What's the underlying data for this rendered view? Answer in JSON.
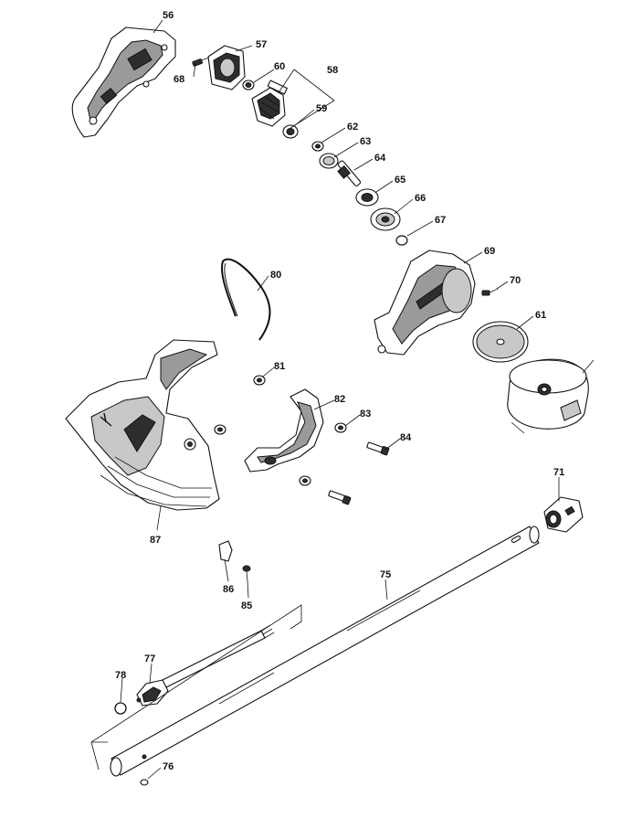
{
  "labels": {
    "p56": "56",
    "p57": "57",
    "p58": "58",
    "p59": "59",
    "p60": "60",
    "p61": "61",
    "p62": "62",
    "p63": "63",
    "p64": "64",
    "p65": "65",
    "p66": "66",
    "p67": "67",
    "p68": "68",
    "p69": "69",
    "p70": "70",
    "p71": "71",
    "p75": "75",
    "p76": "76",
    "p77": "77",
    "p78": "78",
    "p80": "80",
    "p81": "81",
    "p82": "82",
    "p83": "83",
    "p84": "84",
    "p85": "85",
    "p86": "86",
    "p87": "87"
  }
}
